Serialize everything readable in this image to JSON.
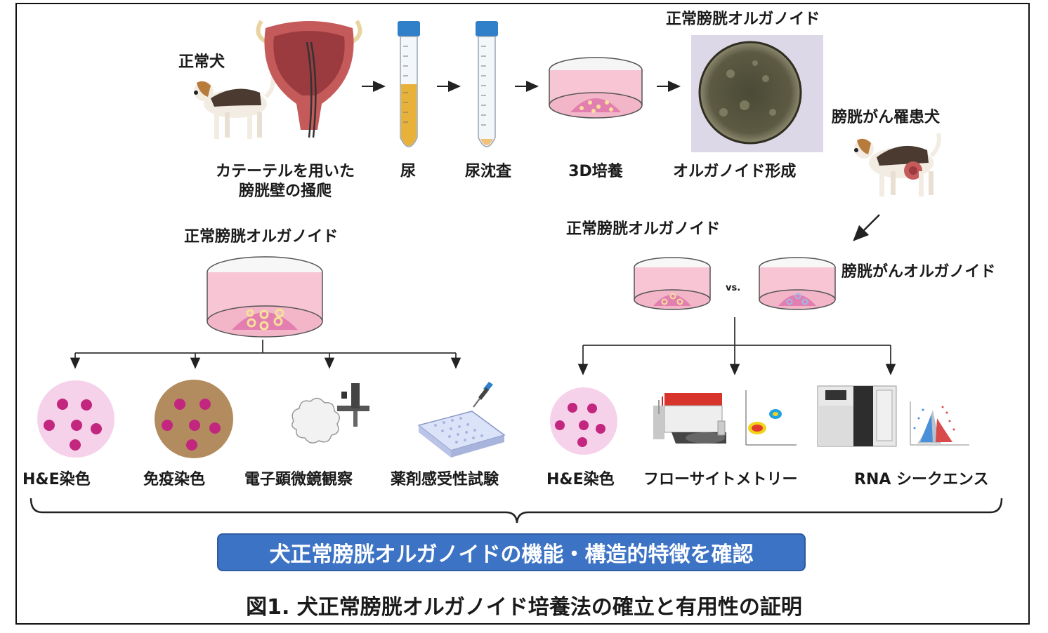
{
  "top_flow": {
    "normal_dog": "正常犬",
    "catheter_line1": "カテーテルを用いた",
    "catheter_line2": "膀胱壁の掻爬",
    "urine": "尿",
    "urine_sediment": "尿沈査",
    "culture_3d": "3D培養",
    "organoid_title": "正常膀胱オルガノイド",
    "organoid_formation": "オルガノイド形成",
    "cancer_dog": "膀胱がん罹患犬"
  },
  "left_branch": {
    "title": "正常膀胱オルガノイド",
    "items": [
      "H&E染色",
      "免疫染色",
      "電子顕微鏡観察",
      "薬剤感受性試験"
    ]
  },
  "right_branch": {
    "normal_label": "正常膀胱オルガノイド",
    "vs": "vs.",
    "cancer_label": "膀胱がんオルガノイド",
    "items": [
      "H&E染色",
      "フローサイトメトリー",
      "RNA シークエンス"
    ]
  },
  "conclusion": "犬正常膀胱オルガノイドの機能・構造的特徴を確認",
  "caption": "図1. 犬正常膀胱オルガノイド培養法の確立と有用性の証明",
  "colors": {
    "banner": "#3d73c4",
    "dish_media": "#f2b6c8",
    "he_stain_bg": "#f6d2ea",
    "he_nuclei": "#c2267f",
    "ihc_bg": "#b28c5e",
    "urine": "#e8b23a",
    "tube_cap": "#2f7fc9"
  }
}
